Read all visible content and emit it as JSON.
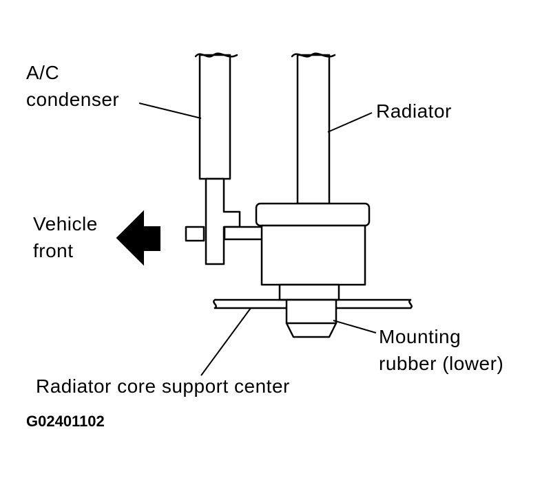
{
  "labels": {
    "ac_condenser_line1": "A/C",
    "ac_condenser_line2": "condenser",
    "radiator": "Radiator",
    "vehicle_front_line1": "Vehicle",
    "vehicle_front_line2": "front",
    "mounting_rubber_line1": "Mounting",
    "mounting_rubber_line2": "rubber (lower)",
    "core_support": "Radiator core support center"
  },
  "figure_code": "G02401102"
}
